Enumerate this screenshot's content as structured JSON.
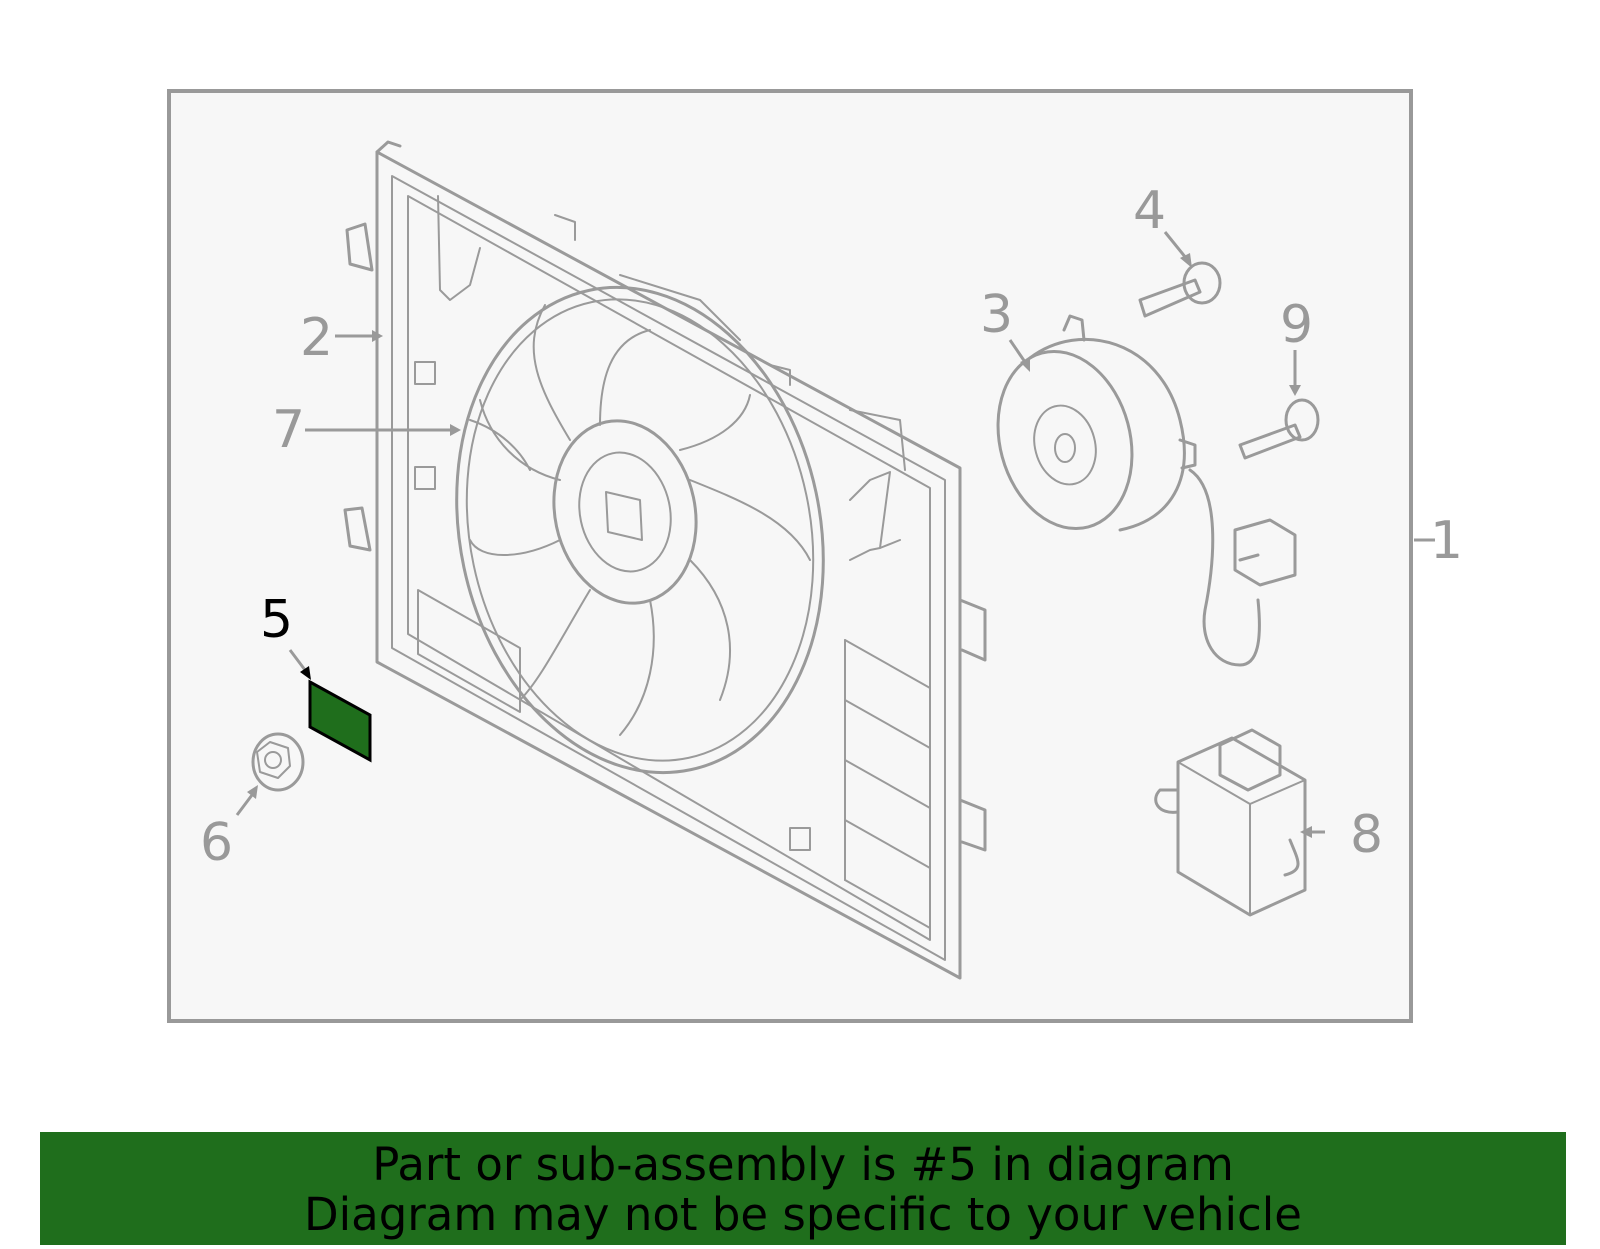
{
  "callouts": {
    "c1": "1",
    "c2": "2",
    "c3": "3",
    "c4": "4",
    "c5": "5",
    "c6": "6",
    "c7": "7",
    "c8": "8",
    "c9": "9"
  },
  "highlight_color": "#1f6e1c",
  "banner": {
    "line1": "Part or sub-assembly is #5 in diagram",
    "line2": "Diagram may not be specific to your vehicle"
  }
}
